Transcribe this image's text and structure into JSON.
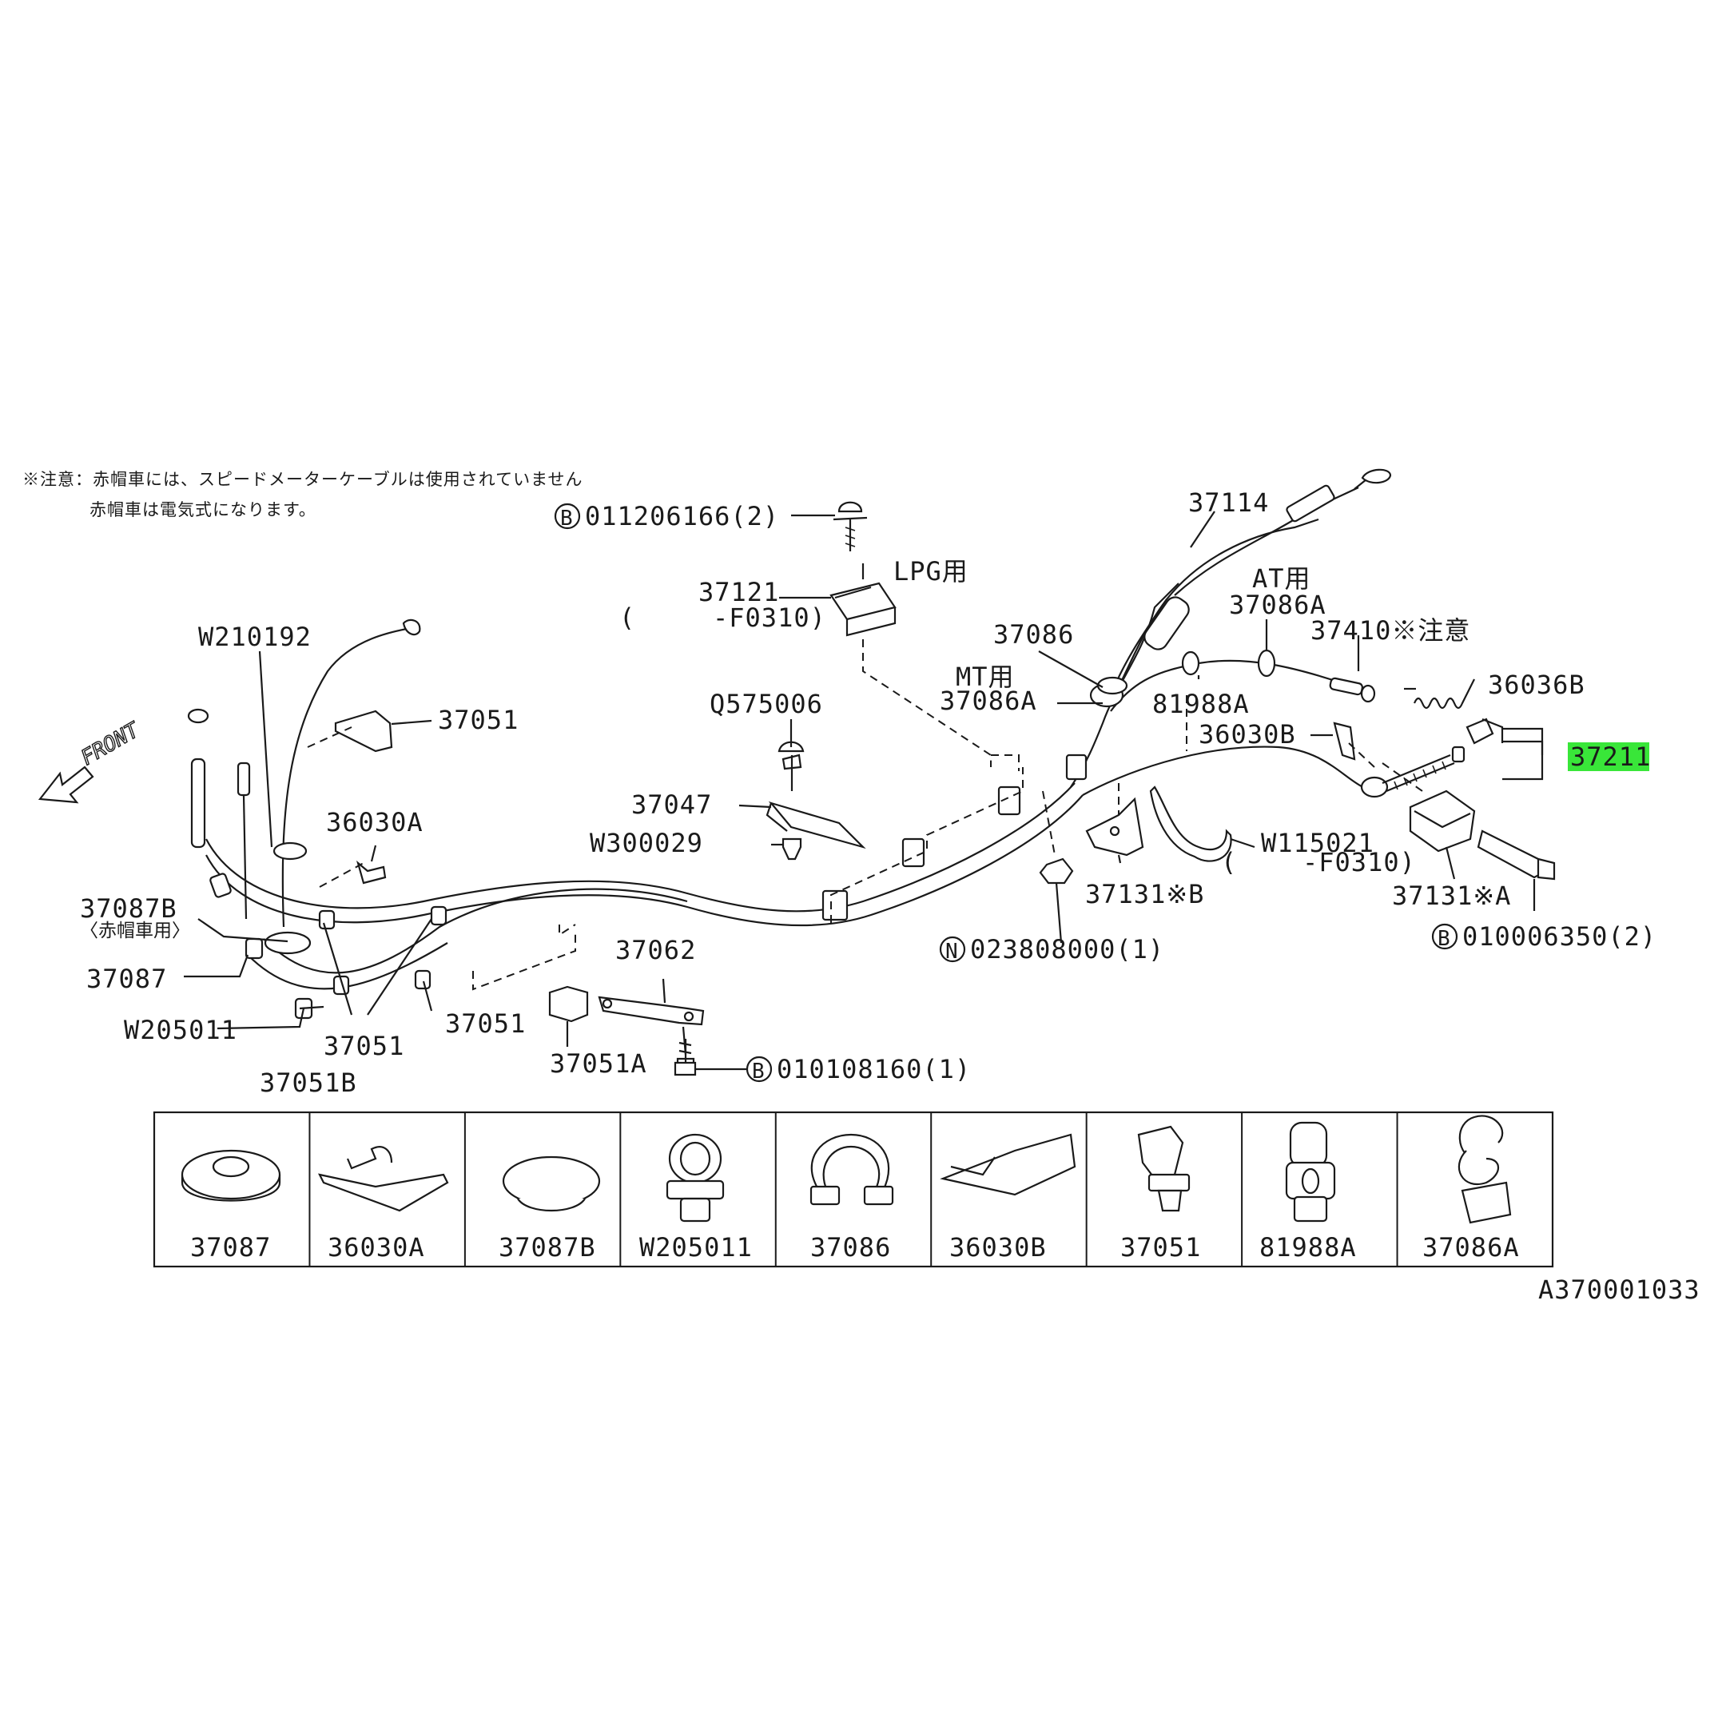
{
  "notes": {
    "line1": "※注意：赤帽車には、スピードメーターケーブルは使用されていません",
    "line2": "赤帽車は電気式になります。"
  },
  "labels": {
    "p37114": "37114",
    "bolt_011206166": "011206166(2)",
    "lpg": "LPG用",
    "p37121": "37121",
    "f0310_a": "-F0310)",
    "paren_open_a": "(",
    "at": "AT用",
    "p37086A_at": "37086A",
    "p37410": "37410※注意",
    "w210192": "W210192",
    "p37051_top": "37051",
    "p37086": "37086",
    "mt": "MT用",
    "p37086A_mt": "37086A",
    "p81988A": "81988A",
    "p36036B": "36036B",
    "p36030B": "36030B",
    "p37211": "37211",
    "front": "FRONT",
    "q575006": "Q575006",
    "p37047": "37047",
    "w300029": "W300029",
    "p36030A": "36030A",
    "w115021": "W115021",
    "f0310_b": "-F0310)",
    "paren_open_b": "(",
    "p37131B": "37131※B",
    "p37131A": "37131※A",
    "p37087B": "37087B",
    "p37087B_sub": "〈赤帽車用〉",
    "p37087": "37087",
    "w205011": "W205011",
    "p37051_mid": "37051",
    "p37051_right": "37051",
    "p37051B": "37051B",
    "p37062": "37062",
    "p37051A": "37051A",
    "bolt_010108160": "010108160(1)",
    "nut_023808000": "023808000(1)",
    "bolt_010006350": "010006350(2)",
    "diagram_code": "A370001033"
  },
  "badges": {
    "b": "B",
    "n": "N"
  },
  "legend": [
    "37087",
    "36030A",
    "37087B",
    "W205011",
    "37086",
    "36030B",
    "37051",
    "81988A",
    "37086A"
  ],
  "colors": {
    "highlight": "#39e639",
    "ink": "#1a1a1a"
  }
}
